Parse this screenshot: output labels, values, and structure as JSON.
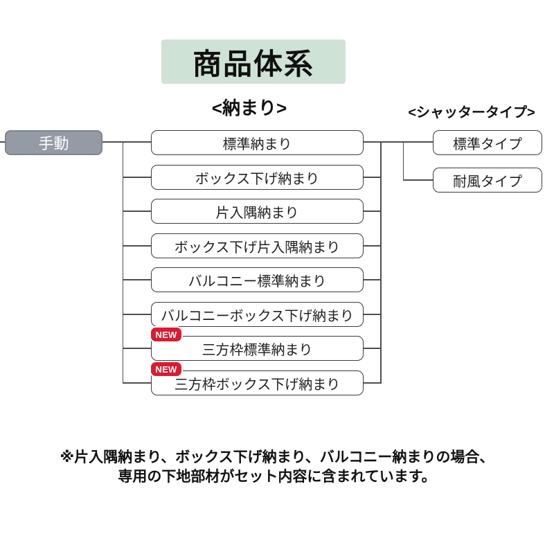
{
  "page": {
    "title": "商品体系",
    "group_headers": {
      "osamari": "<納まり>",
      "shutter": "<シャッタータイプ>"
    },
    "root_node": "手動",
    "badge": "NEW",
    "osamari_nodes": [
      {
        "label": "標準納まり",
        "is_new": false
      },
      {
        "label": "ボックス下げ納まり",
        "is_new": false
      },
      {
        "label": "片入隅納まり",
        "is_new": false
      },
      {
        "label": "ボックス下げ片入隅納まり",
        "is_new": false
      },
      {
        "label": "バルコニー標準納まり",
        "is_new": false
      },
      {
        "label": "バルコニーボックス下げ納まり",
        "is_new": false
      },
      {
        "label": "三方枠標準納まり",
        "is_new": true
      },
      {
        "label": "三方枠ボックス下げ納まり",
        "is_new": true
      }
    ],
    "shutter_nodes": [
      {
        "label": "標準タイプ"
      },
      {
        "label": "耐風タイプ"
      }
    ],
    "note": {
      "line1": "※片入隅納まり、ボックス下げ納まり、バルコニー納まりの場合、",
      "line2": "専用の下地部材がセット内容に含まれています。"
    },
    "colors": {
      "title_bg": "#cfe2d6",
      "root_bg": "#949ba4",
      "badge_bg": "#dc1a30",
      "box_border": "#3b3b3b",
      "connector": "#4d4d4d",
      "root_text": "#ffffff"
    }
  }
}
